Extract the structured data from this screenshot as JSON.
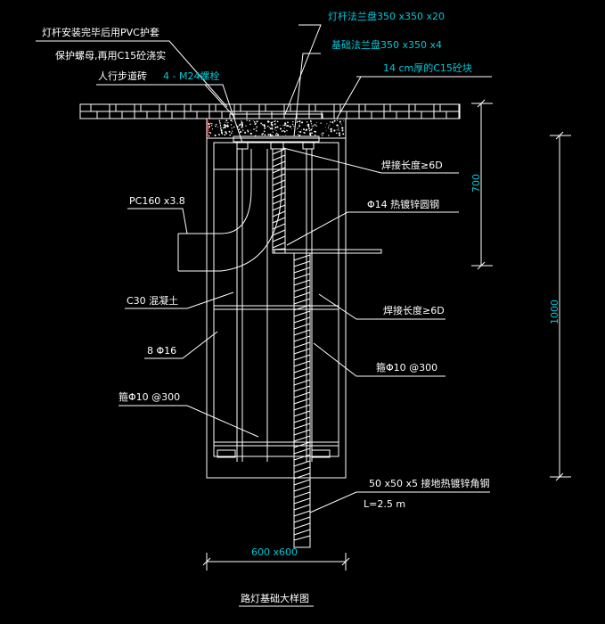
{
  "drawing": {
    "title": "路灯基础大样图",
    "labels": {
      "pvc_cover": "灯杆安装完毕后用PVC护套",
      "bolt_protect": "保护螺母,再用C15砼浇实",
      "sidewalk": "人行步道砖",
      "bolts": "4 - M24螺栓",
      "pole_flange": "灯杆法兰盘350 x350 x20",
      "base_flange": "基础法兰盘350 x350 x4",
      "c15_cap": "14 cm厚的C15砼块",
      "weld1": "焊接长度≥6D",
      "rebar14": "Φ14 热镀锌圆钢",
      "pvc_pipe": "PC160 x3.8",
      "concrete": "C30 混凝土",
      "main_bars": "8 Φ16",
      "weld2": "焊接长度≥6D",
      "stirrup_right": "箍Φ10 @300",
      "stirrup_left": "箍Φ10 @300",
      "ground_steel": "50 x50 x5 接地热镀锌角钢",
      "ground_length": "L=2.5 m"
    },
    "dimensions": {
      "width": "600 x600",
      "upper_depth": "700",
      "total_depth": "1000"
    },
    "colors": {
      "line": "#ffffff",
      "dimension_text": "#00c8d8",
      "label_cyan": "#00c8d8",
      "bolt_highlight": "#ff3030"
    }
  }
}
